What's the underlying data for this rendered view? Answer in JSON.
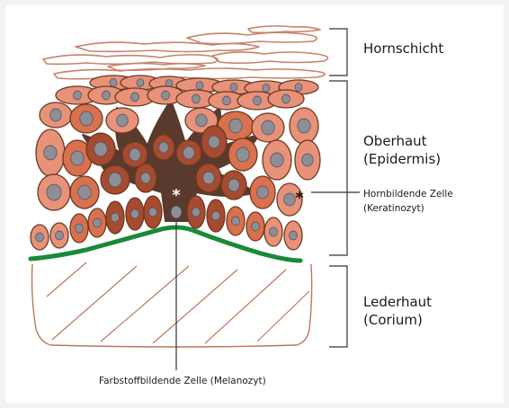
{
  "labels": {
    "stratum_corneum": "Hornschicht",
    "epidermis_line1": "Oberhaut",
    "epidermis_line2": "(Epidermis)",
    "keratinocyte_line1": "Hornbildende Zelle",
    "keratinocyte_line2": "(Keratinozyt)",
    "dermis_line1": "Lederhaut",
    "dermis_line2": "(Corium)",
    "melanocyte": "Farbstoffbildende Zelle (Melanozyt)"
  },
  "markers": {
    "melanocyte_marker": "*",
    "keratinocyte_marker": "*"
  },
  "colors": {
    "background": "#f2f2f2",
    "panel": "#ffffff",
    "outline": "#6b3a22",
    "corneum_stroke": "#c8826a",
    "cell_light": "#e8927a",
    "cell_mid": "#d9704e",
    "cell_dark": "#a64a30",
    "cell_shadow_dark": "#7a2e1c",
    "melanocyte": "#5a3a2c",
    "nucleus": "#8e8e96",
    "basement_membrane": "#1a8a3a",
    "dermis_line": "#b87a5a",
    "bracket": "#333333"
  }
}
